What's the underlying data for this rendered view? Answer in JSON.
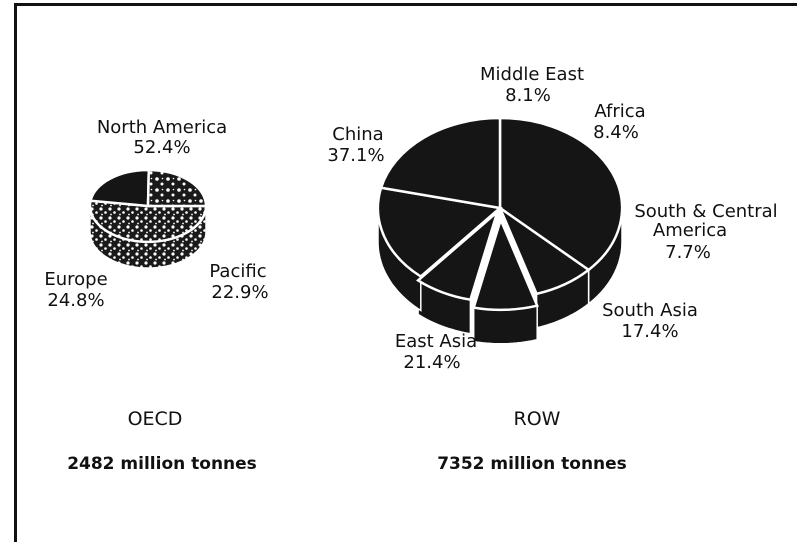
{
  "chart_data": [
    {
      "type": "pie",
      "title": "OECD",
      "subtitle": "2482 million tonnes",
      "slices": [
        {
          "label": "North America",
          "value": 52.4,
          "value_label": "52.4%"
        },
        {
          "label": "Pacific",
          "value": 22.9,
          "value_label": "22.9%"
        },
        {
          "label": "Europe",
          "value": 24.8,
          "value_label": "24.8%"
        }
      ]
    },
    {
      "type": "pie",
      "title": "ROW",
      "subtitle": "7352 million tonnes",
      "slices": [
        {
          "label": "China",
          "value": 37.1,
          "value_label": "37.1%"
        },
        {
          "label": "Middle East",
          "value": 8.1,
          "value_label": "8.1%"
        },
        {
          "label": "Africa",
          "value": 8.4,
          "value_label": "8.4%"
        },
        {
          "label": "South & Central",
          "label2": "America",
          "value": 7.7,
          "value_label": "7.7%"
        },
        {
          "label": "South Asia",
          "value": 17.4,
          "value_label": "17.4%"
        },
        {
          "label": "East Asia",
          "value": 21.4,
          "value_label": "21.4%"
        }
      ]
    }
  ],
  "colors": {
    "fill": "#151515",
    "edge": "#ffffff",
    "ink": "#111111"
  }
}
